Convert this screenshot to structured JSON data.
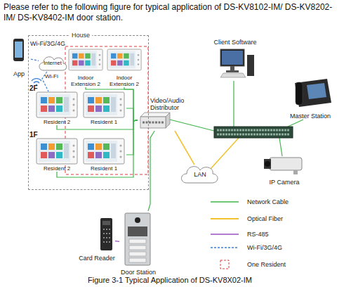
{
  "diagram": {
    "title": "Please refer to the following figure for typical application of DS-KV8102-IM/ DS-KV8202-IM/ DS-KV8402-IM door station.",
    "caption": "Figure 3-1 Typical Application of DS-KV8X02-IM",
    "nodes": [
      {
        "text": [
          "House"
        ]
      },
      {
        "text": [
          "App"
        ]
      },
      {
        "text": [
          "Internet"
        ],
        "in": 0
      },
      {
        "text": [
          "Indoor Extension 2"
        ],
        "in": 0
      },
      {
        "text": [
          "Indoor Extension 2"
        ],
        "in": 0
      },
      {
        "text": [
          "Resident 2"
        ],
        "in": 0
      },
      {
        "text": [
          "Resident 1"
        ],
        "in": 0
      },
      {
        "text": [
          "Resident 2"
        ],
        "in": 0
      },
      {
        "text": [
          "Resident 1"
        ],
        "in": 0
      },
      {
        "text": [
          "Video/Audio Distributor"
        ]
      },
      {
        "text": [
          "Client Software"
        ]
      },
      {
        "text": [
          "Master Station"
        ]
      },
      {
        "text": [
          "LAN"
        ]
      },
      {
        "text": [
          "IP Camera"
        ]
      },
      {
        "text": [
          "Card Reader"
        ]
      },
      {
        "text": [
          "Door Station"
        ]
      }
    ],
    "edges": [
      {
        "from": 1,
        "to": 2,
        "arrow": "none"
      },
      {
        "from": 2,
        "to": 5,
        "arrow": "none"
      },
      {
        "from": 3,
        "to": 9,
        "arrow": "none"
      },
      {
        "from": 4,
        "to": 9,
        "arrow": "none"
      },
      {
        "from": 5,
        "to": 9,
        "arrow": "none"
      },
      {
        "from": 6,
        "to": 9,
        "arrow": "none"
      },
      {
        "from": 7,
        "to": 9,
        "arrow": "none"
      },
      {
        "from": 8,
        "to": 9,
        "arrow": "none"
      },
      {
        "from": 9,
        "to": 12,
        "arrow": "none"
      },
      {
        "from": 9,
        "to": 15,
        "arrow": "none"
      },
      {
        "from": 14,
        "to": 15,
        "arrow": "none"
      }
    ],
    "labels": [
      "Wi-Fi/3G/4G",
      "Wi-Fi",
      "2F",
      "1F"
    ],
    "legend": [
      {
        "text": "Network Cable"
      },
      {
        "text": "Optical Fiber"
      },
      {
        "text": "RS-485"
      },
      {
        "text": "Wi-Fi/3G/4G"
      },
      {
        "text": "One Resident"
      }
    ]
  }
}
